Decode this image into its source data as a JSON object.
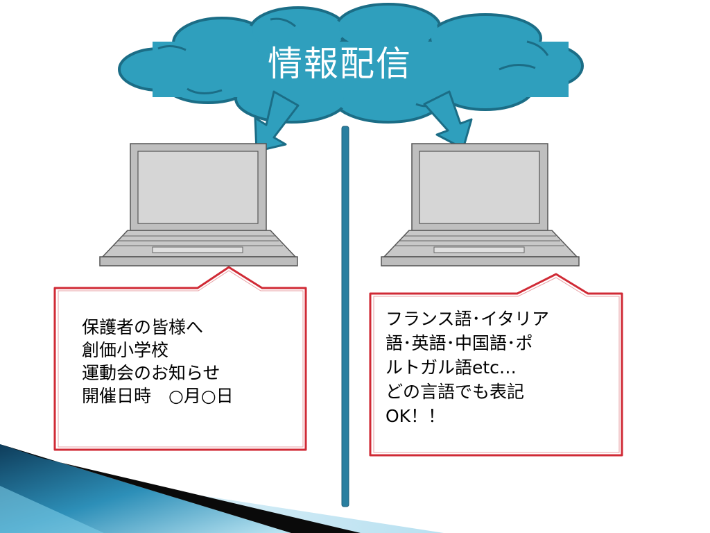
{
  "title": "情報配信",
  "left_callout": {
    "lines": [
      "保護者の皆様へ",
      "創価小学校",
      "運動会のお知らせ",
      "開催日時　○月○日"
    ]
  },
  "right_callout": {
    "lines": [
      "フランス語･イタリア",
      "語･英語･中国語･ポ",
      "ルトガル語etc…",
      "どの言語でも表記",
      "OK！！"
    ]
  },
  "icons": {
    "cloud": "cloud-icon",
    "laptop": "laptop-icon",
    "arrow": "down-arrow-icon"
  },
  "colors": {
    "cloud_fill": "#2f9fbd",
    "cloud_stroke": "#1b6d86",
    "divider": "#2a7fa0",
    "callout_border": "#d02a35",
    "laptop_fill": "#bfbfbf"
  }
}
